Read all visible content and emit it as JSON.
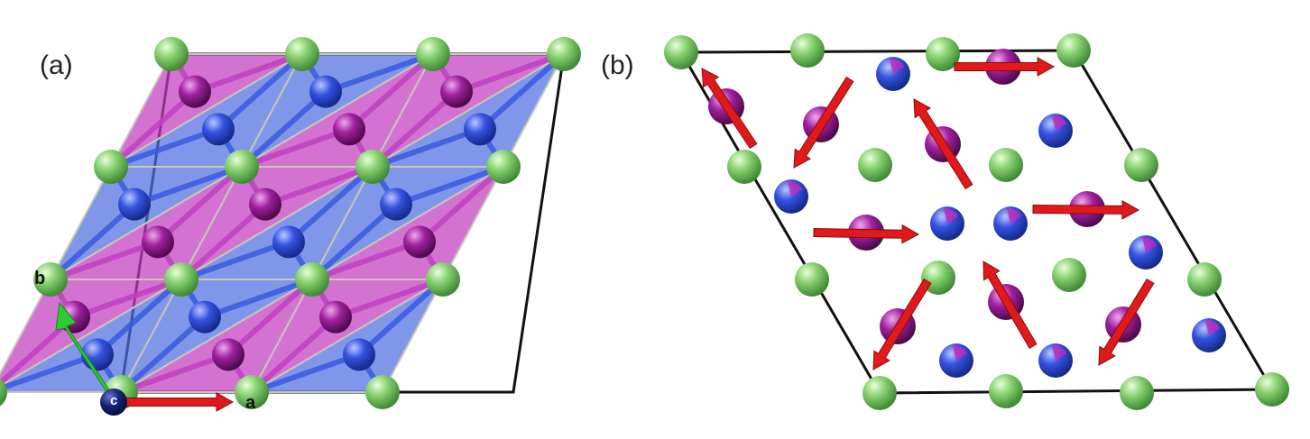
{
  "panels": {
    "a": {
      "label": "(a)"
    },
    "b": {
      "label": "(b)"
    }
  },
  "axes": {
    "a": "a",
    "b": "b",
    "c": "c"
  },
  "colors": {
    "green_atom": "#7cc86a",
    "blue_atom": "#2f4fd8",
    "magenta_atom": "#9a1f9a",
    "blue_polyhedron": "#4f6fe0",
    "magenta_polyhedron": "#c33cc0",
    "arrow": "#e01a1a",
    "axis_green": "#2ecc2e",
    "axis_red": "#e01a1a",
    "cell_edge": "#111111"
  }
}
